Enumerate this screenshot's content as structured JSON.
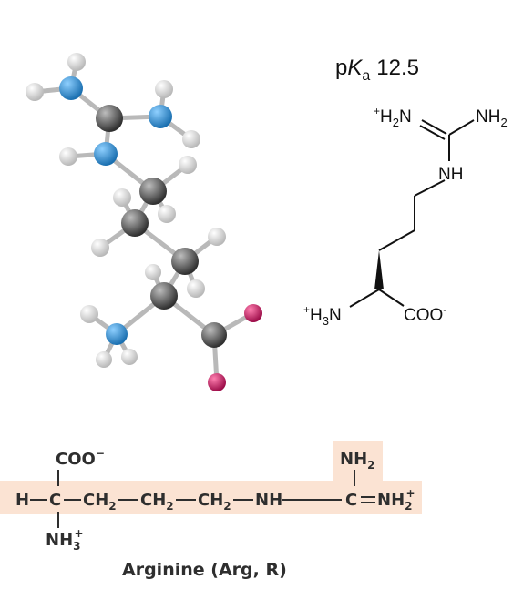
{
  "pka": {
    "prefix": "p",
    "italic": "K",
    "subscript": "a",
    "value": "12.5"
  },
  "skeletal": {
    "guanidinium_left": {
      "charge": "+",
      "text": "H",
      "sub": "2",
      "end": "N"
    },
    "guanidinium_right": {
      "text": "NH",
      "sub": "2"
    },
    "amide_nh": "NH",
    "amine": {
      "charge": "+",
      "text": "H",
      "sub": "3",
      "end": "N"
    },
    "carboxylate": {
      "text": "COO",
      "charge": "-"
    }
  },
  "formula": {
    "top_left": {
      "text": "COO",
      "charge": "−"
    },
    "h_atom": "H",
    "alpha_c": "C",
    "ch2": {
      "text": "CH",
      "sub": "2"
    },
    "nh": "NH",
    "guanidino_c": "C",
    "top_right": {
      "text": "NH",
      "sub": "2"
    },
    "right_end": {
      "text": "NH",
      "sub": "2",
      "charge": "+"
    },
    "bottom": {
      "text": "NH",
      "sub": "3",
      "charge": "+"
    },
    "name": "Arginine (Arg, R)"
  },
  "colors": {
    "highlight": "#fbe3d3",
    "nitrogen": "#2b8fd6",
    "carbon": "#555555",
    "oxygen": "#c2185b",
    "hydrogen": "#ffffff"
  }
}
